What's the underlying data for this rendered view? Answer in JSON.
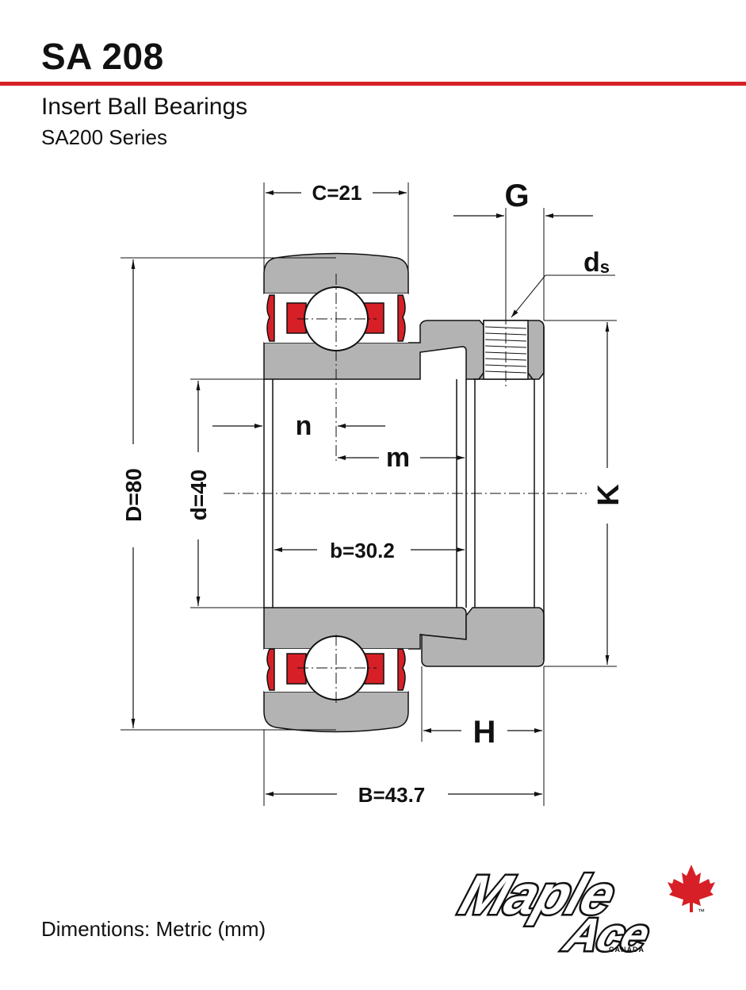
{
  "header": {
    "title": "SA 208",
    "subtitle": "Insert Ball Bearings",
    "series": "SA200 Series"
  },
  "dimensions": {
    "C": "C=21",
    "G": "G",
    "ds_main": "d",
    "ds_sub": "s",
    "n": "n",
    "m": "m",
    "D": "D=80",
    "d": "d=40",
    "K": "K",
    "b": "b=30.2",
    "H": "H",
    "B": "B=43.7"
  },
  "footer": {
    "units": "Dimentions: Metric (mm)"
  },
  "brand": {
    "line1": "Maple",
    "line2": "Ace",
    "country": "CANADA",
    "tm": "™"
  },
  "colors": {
    "accent": "#d61f26",
    "metal": "#b3b3b3",
    "line": "#111111"
  }
}
